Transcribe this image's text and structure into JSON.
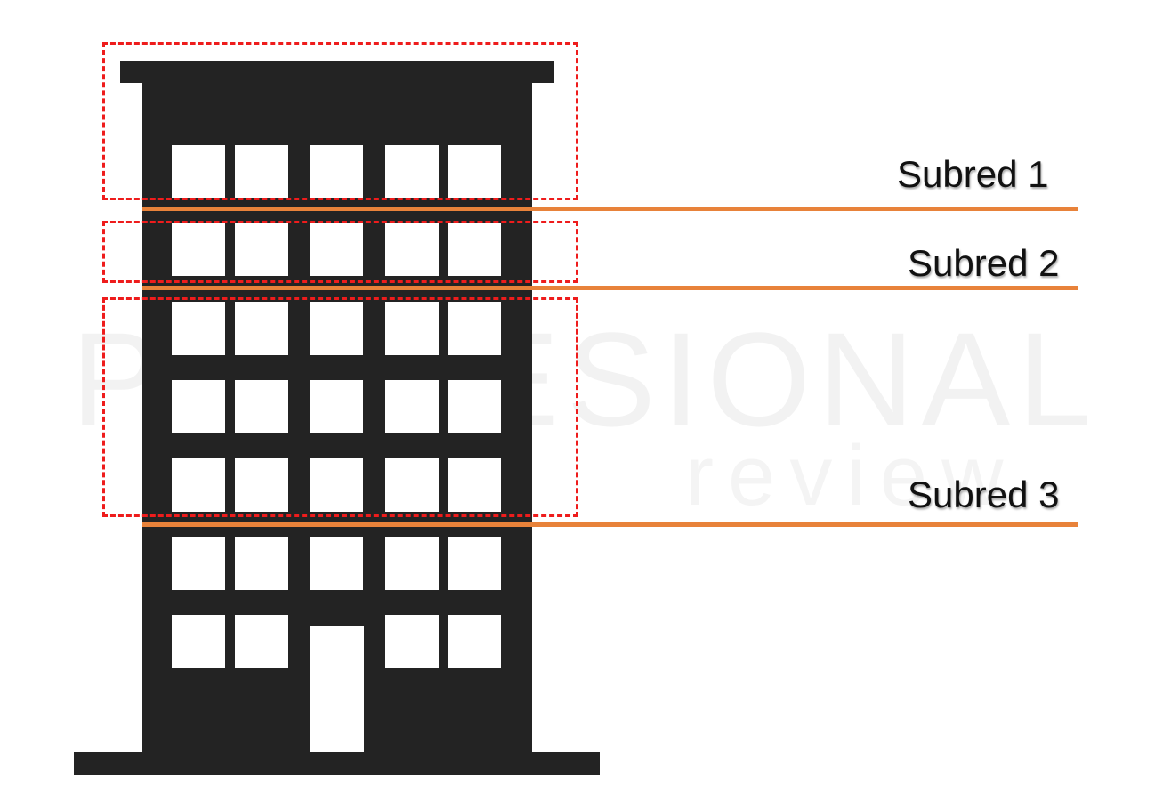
{
  "watermark": {
    "main": "PROFESIONAL",
    "sub": "review"
  },
  "subnets": [
    {
      "label": "Subred 1"
    },
    {
      "label": "Subred 2"
    },
    {
      "label": "Subred 3"
    }
  ],
  "colors": {
    "building": "#232323",
    "window": "#ffffff",
    "divider": "#e8823a",
    "boundary": "#ee1c1c"
  },
  "icons": {
    "building": "office-building-icon"
  }
}
